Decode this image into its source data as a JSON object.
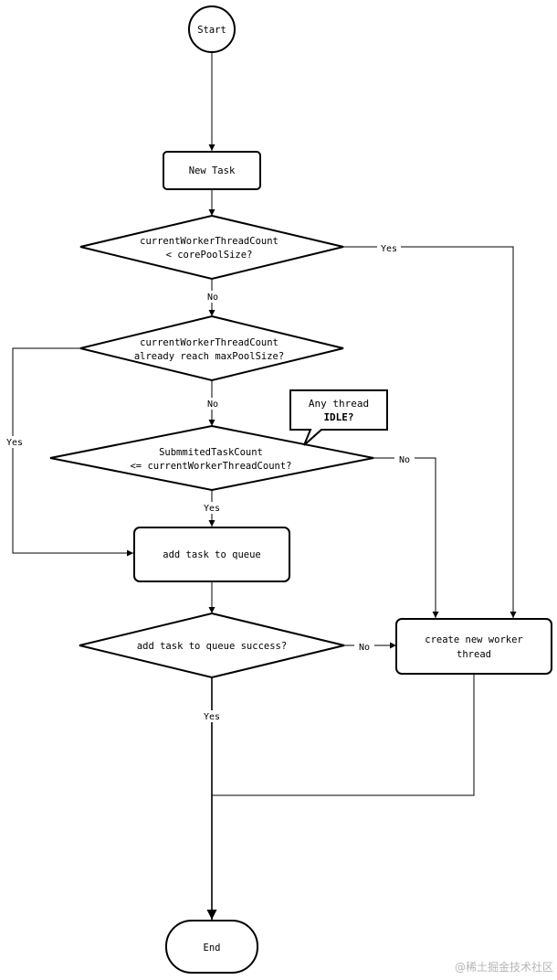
{
  "nodes": {
    "start": {
      "label": "Start"
    },
    "new_task": {
      "label": "New Task"
    },
    "core_check": {
      "line1": "currentWorkerThreadCount",
      "line2": "< corePoolSize?"
    },
    "max_check": {
      "line1": "currentWorkerThreadCount",
      "line2": "already reach maxPoolSize?"
    },
    "submitted_check": {
      "line1": "SubmmitedTaskCount",
      "line2": "<= currentWorkerThreadCount?"
    },
    "add_queue": {
      "label": "add task to queue"
    },
    "queue_success": {
      "label": "add task to queue success?"
    },
    "create_worker": {
      "line1": "create new worker",
      "line2": "thread"
    },
    "end": {
      "label": "End"
    }
  },
  "callout": {
    "line1": "Any thread",
    "line2": "IDLE?"
  },
  "edge_labels": {
    "core_yes": "Yes",
    "core_no": "No",
    "max_no": "No",
    "max_yes": "Yes",
    "submitted_yes": "Yes",
    "submitted_no": "No",
    "queue_no": "No",
    "queue_yes": "Yes"
  },
  "watermark": "@稀土掘金技术社区",
  "colors": {
    "stroke": "#000000",
    "background": "#ffffff",
    "watermark": "#b5b5b5"
  }
}
